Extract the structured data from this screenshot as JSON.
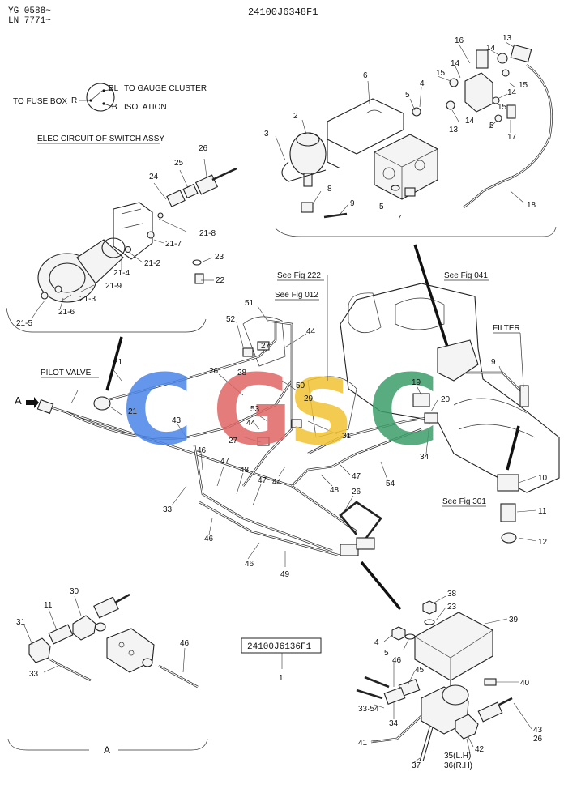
{
  "header": {
    "serial_line_1": "YG 0588~",
    "serial_line_2": "LN 7771~",
    "drawing_number": "24100J6348F1"
  },
  "circuit": {
    "title": "ELEC CIRCUIT OF SWITCH ASSY",
    "to_fuse_box": "TO FUSE BOX",
    "terminal_r": "R",
    "terminal_bl": "BL",
    "to_gauge_cluster": "TO GAUGE CLUSTER",
    "terminal_b": "B",
    "isolation": "ISOLATION"
  },
  "references": {
    "fig_222": "See Fig 222",
    "fig_012": "See Fig 012",
    "fig_041": "See Fig 041",
    "fig_301": "See Fig 301",
    "filter": "FILTER",
    "pilot_valve": "PILOT VALVE",
    "view_a": "A",
    "view_a_bottom": "A",
    "sub_drawing_number": "24100J6136F1"
  },
  "watermark": {
    "letters": [
      "C",
      "G",
      "S",
      "C"
    ],
    "colors": [
      "#4a86e8",
      "#e06666",
      "#f1c232",
      "#3d9e6a"
    ]
  },
  "callouts": {
    "topright": [
      "16",
      "14",
      "13",
      "14",
      "15",
      "4",
      "15",
      "5",
      "6",
      "14",
      "15",
      "13",
      "14",
      "5",
      "17",
      "2",
      "3",
      "8",
      "5",
      "7",
      "9",
      "18"
    ],
    "switch": [
      "26",
      "25",
      "24",
      "21-8",
      "21-7",
      "21-2",
      "21-4",
      "23",
      "21-9",
      "21-3",
      "22",
      "21-6",
      "21-5"
    ],
    "main": [
      "51",
      "52",
      "27",
      "44",
      "28",
      "26",
      "50",
      "29",
      "53",
      "44",
      "27",
      "31",
      "21",
      "21",
      "43",
      "19",
      "20",
      "34",
      "9",
      "10",
      "11",
      "12",
      "46",
      "47",
      "48",
      "47",
      "47",
      "44",
      "48",
      "54",
      "26",
      "33",
      "46",
      "46",
      "49"
    ],
    "detail_a": [
      "30",
      "11",
      "31",
      "33",
      "46"
    ],
    "detail_b": [
      "38",
      "23",
      "39",
      "4",
      "5",
      "46",
      "45",
      "40",
      "33·54",
      "34",
      "43",
      "26",
      "41",
      "42",
      "37",
      "35(L.H)",
      "36(R.H)"
    ],
    "sub_drawing_item": "1"
  }
}
